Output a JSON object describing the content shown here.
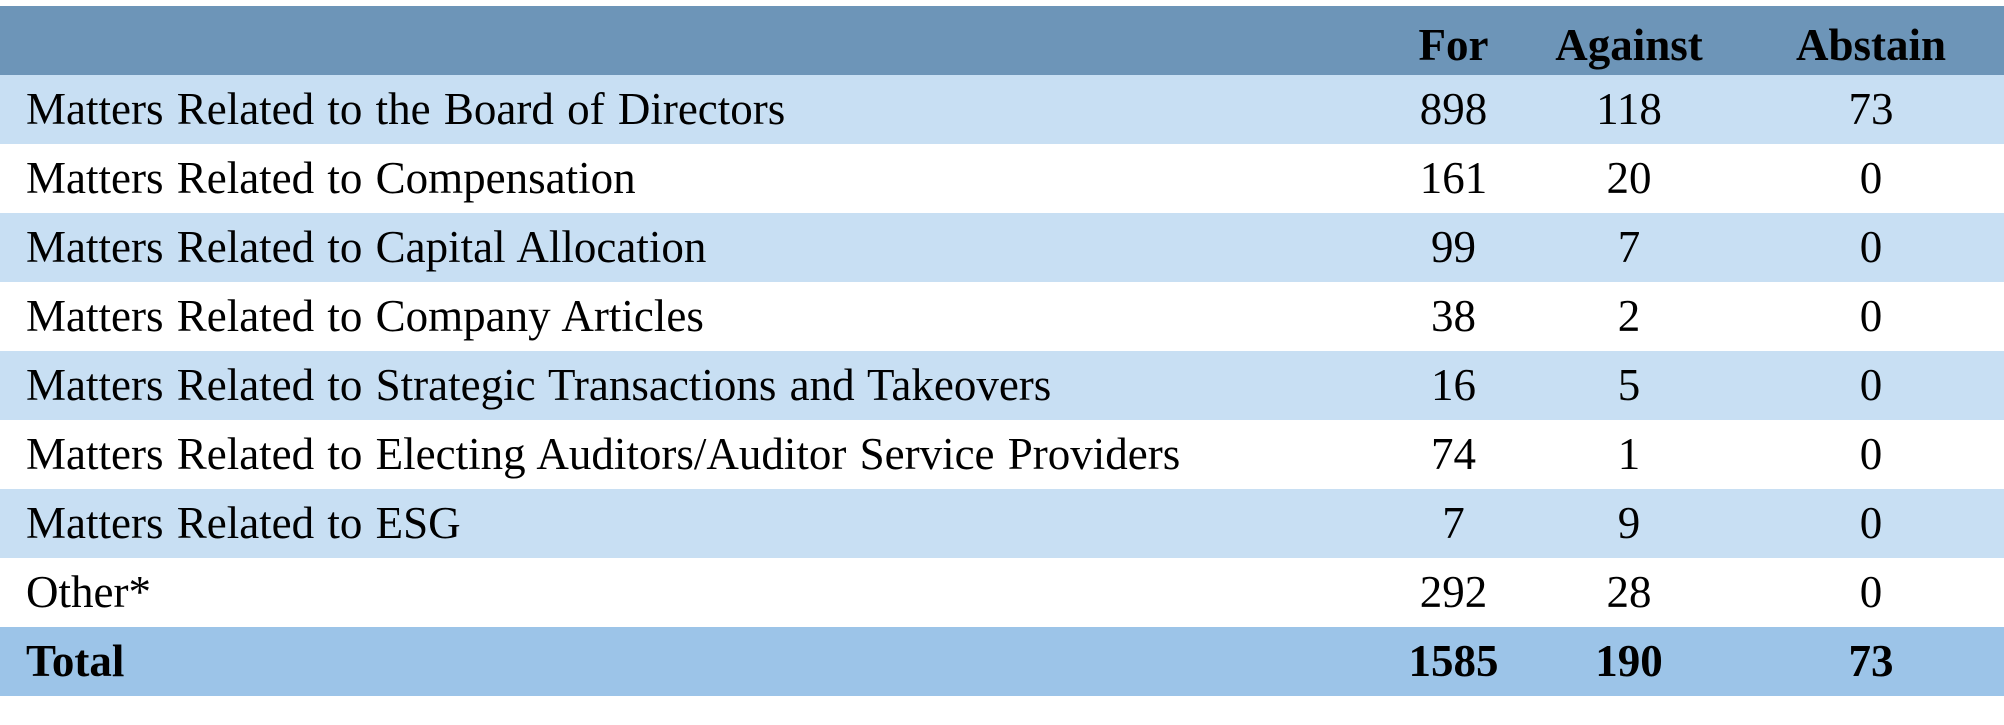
{
  "table": {
    "columns": [
      "",
      "For",
      "Against",
      "Abstain"
    ],
    "rows": [
      {
        "label": "Matters Related to the Board of Directors",
        "for": "898",
        "against": "118",
        "abstain": "73"
      },
      {
        "label": "Matters Related to Compensation",
        "for": "161",
        "against": "20",
        "abstain": "0"
      },
      {
        "label": "Matters Related to Capital Allocation",
        "for": "99",
        "against": "7",
        "abstain": "0"
      },
      {
        "label": "Matters Related to Company Articles",
        "for": "38",
        "against": "2",
        "abstain": "0"
      },
      {
        "label": "Matters Related to Strategic Transactions and Takeovers",
        "for": "16",
        "against": "5",
        "abstain": "0"
      },
      {
        "label": "Matters Related to Electing Auditors/Auditor Service Providers",
        "for": "74",
        "against": "1",
        "abstain": "0"
      },
      {
        "label": "Matters Related to ESG",
        "for": "7",
        "against": "9",
        "abstain": "0"
      },
      {
        "label": "Other*",
        "for": "292",
        "against": "28",
        "abstain": "0"
      }
    ],
    "total": {
      "label": "Total",
      "for": "1585",
      "against": "190",
      "abstain": "73"
    }
  },
  "colors": {
    "header_background": "#6d95b8",
    "banded_row_background": "#c8dff3",
    "plain_row_background": "#ffffff",
    "total_row_background": "#9cc4e8",
    "text": "#000000"
  }
}
